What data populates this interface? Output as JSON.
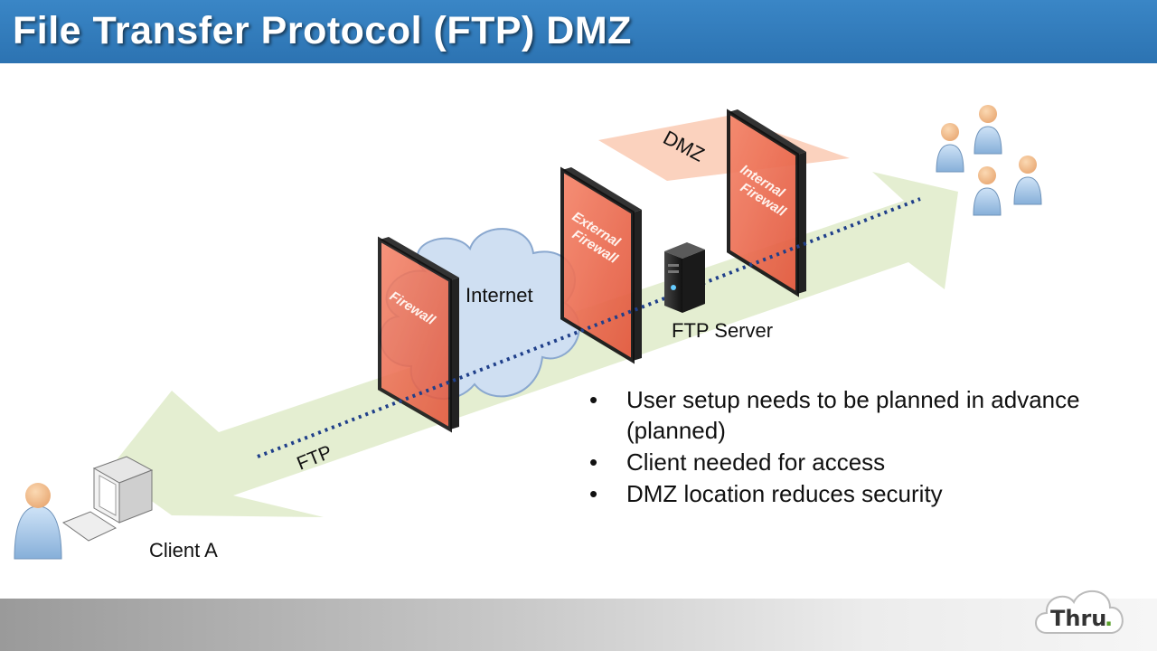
{
  "slide": {
    "title": "File Transfer Protocol (FTP) DMZ"
  },
  "diagram": {
    "client_label": "Client A",
    "internet_label": "Internet",
    "firewall_label": "Firewall",
    "external_firewall_label_1": "External",
    "external_firewall_label_2": "Firewall",
    "internal_firewall_label_1": "Internal",
    "internal_firewall_label_2": "Firewall",
    "dmz_label": "DMZ",
    "ftp_server_label": "FTP Server",
    "ftp_path_label": "FTP"
  },
  "bullets": [
    {
      "dot": "•",
      "line1": "User setup needs to be planned in advance",
      "line2": "(planned)"
    },
    {
      "dot": "•",
      "line1": "Client needed for access",
      "line2": ""
    },
    {
      "dot": "•",
      "line1": "DMZ location reduces security",
      "line2": ""
    }
  ],
  "logo": {
    "text": "Thru",
    "dot": "."
  },
  "colors": {
    "title_bar": "#2c73b2",
    "firewall_fill": "#ef6a4f",
    "arrow_fill": "#e3edcf",
    "cloud_fill": "#cfdff2",
    "dmz_plane": "#fbd2be",
    "path_dots": "#1f3f8a",
    "logo_dot": "#5aa02c"
  }
}
